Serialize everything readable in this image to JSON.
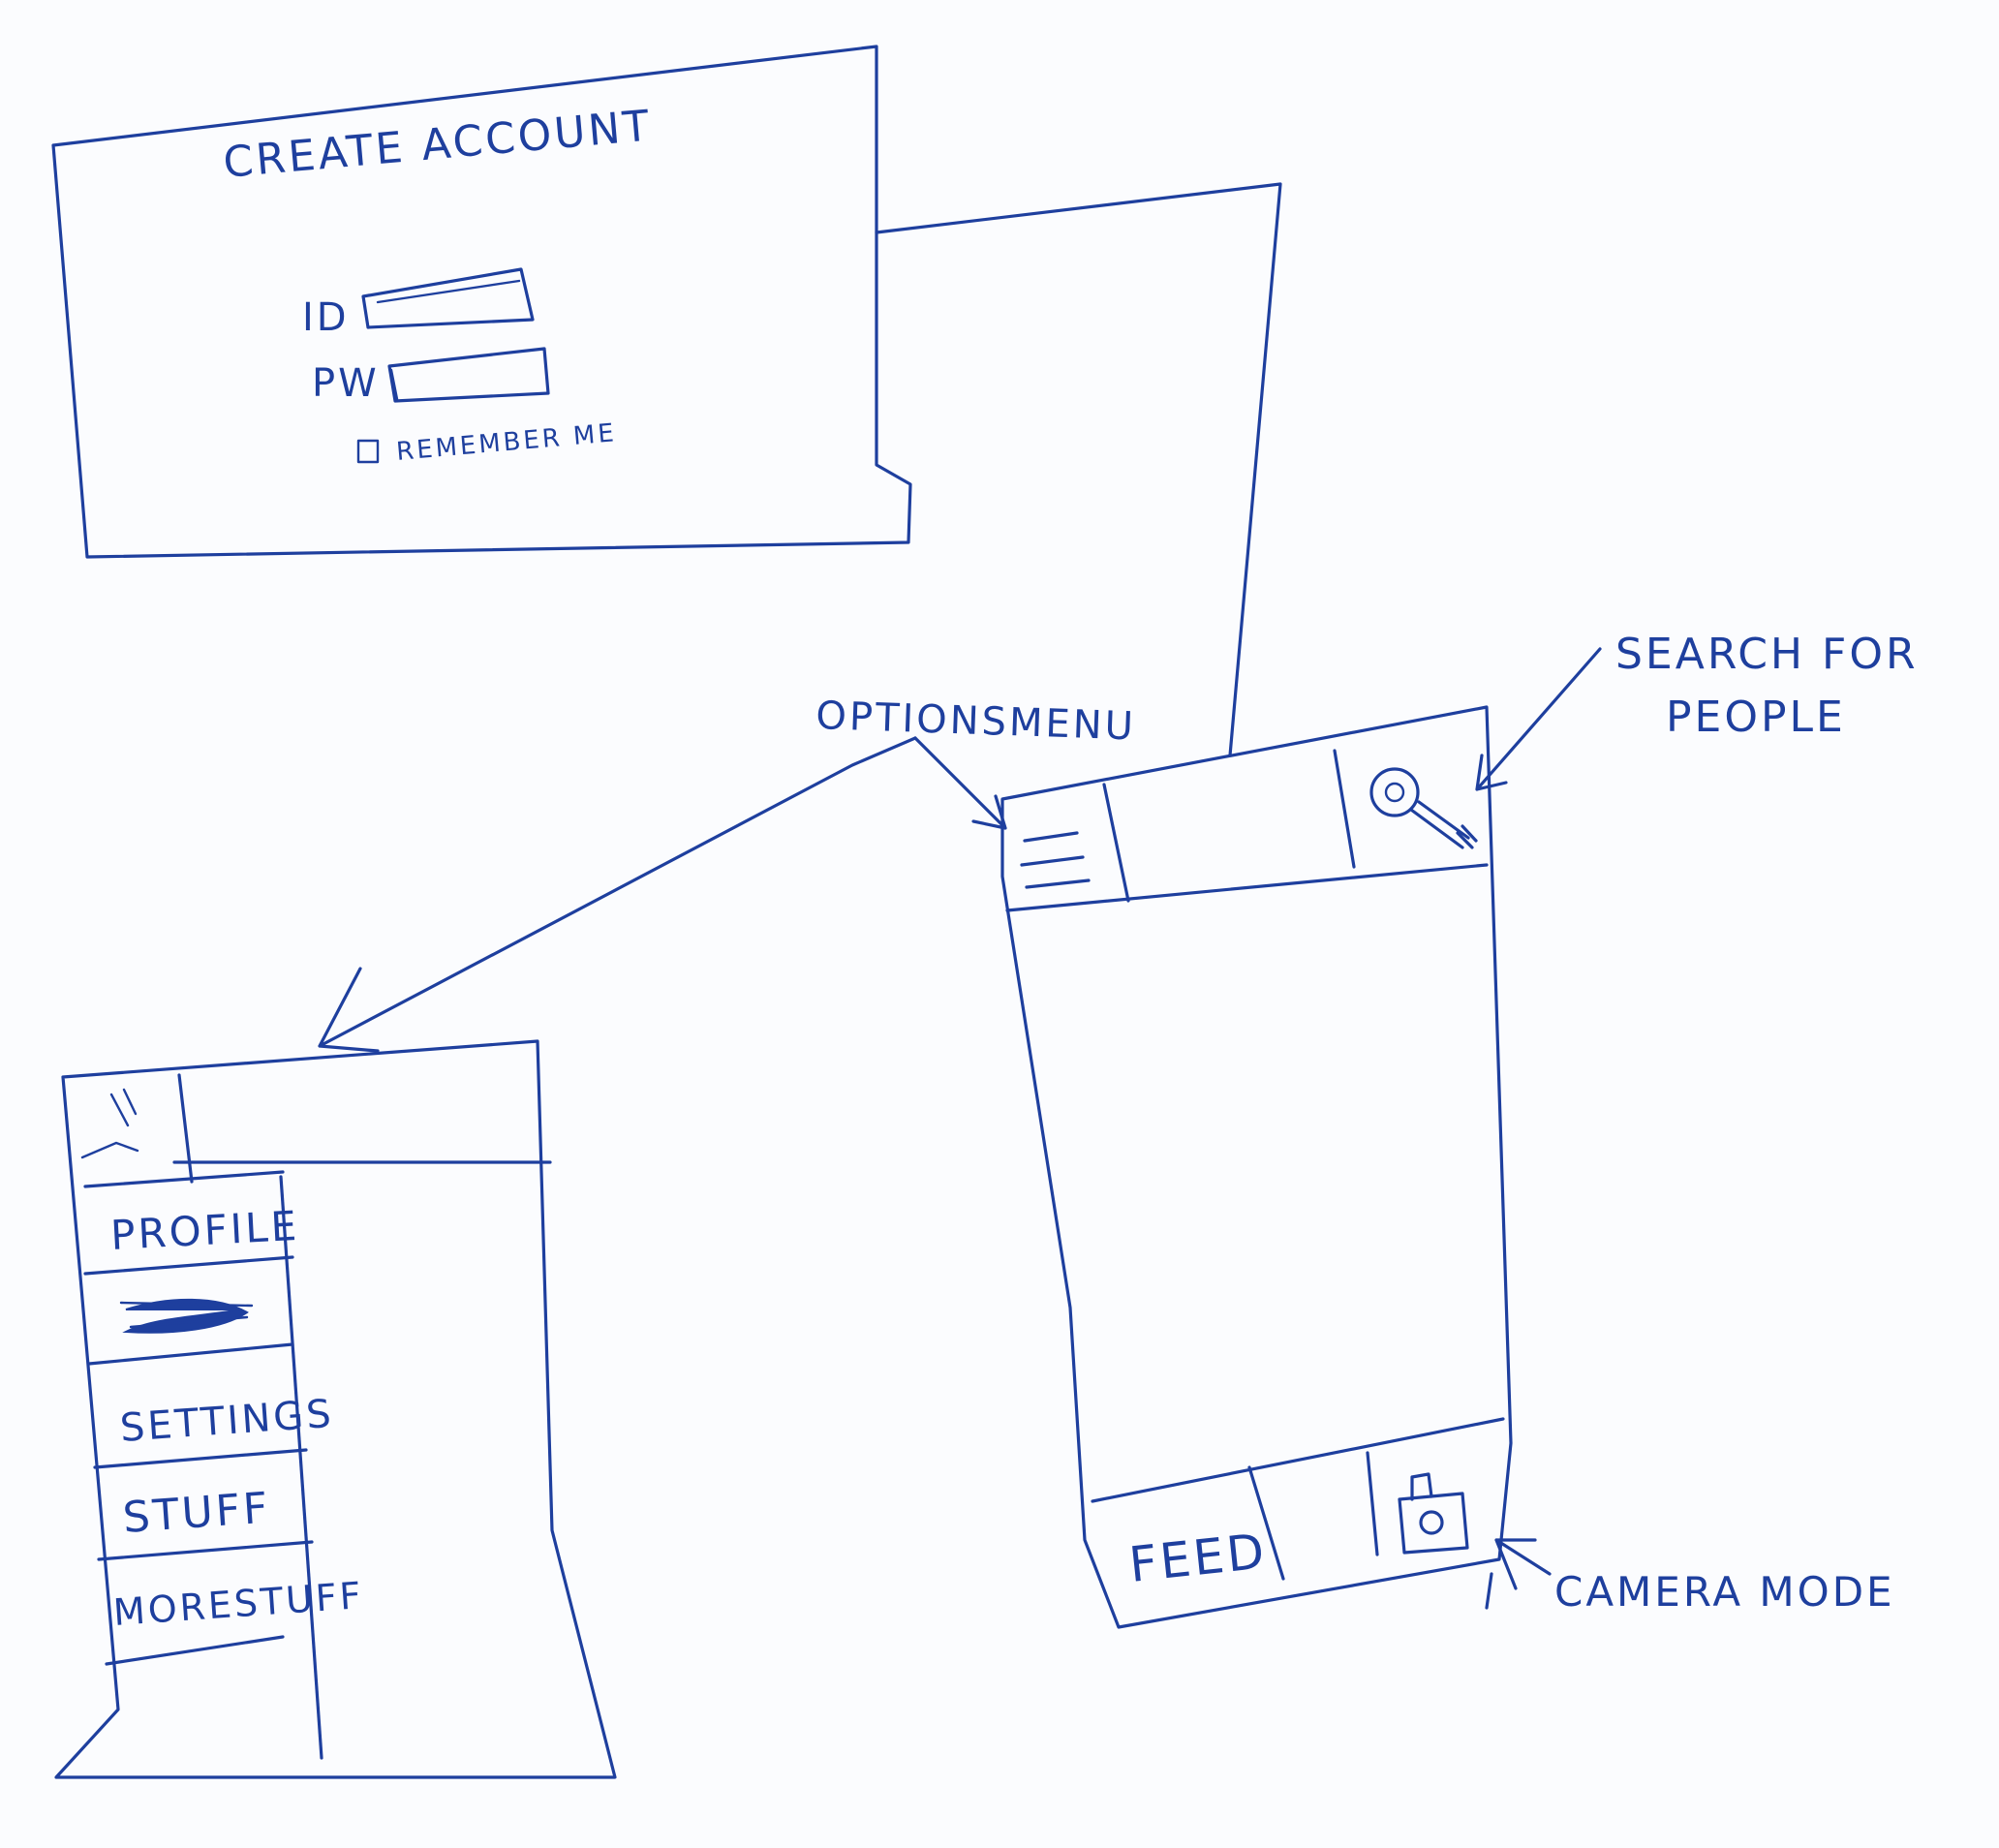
{
  "login_screen": {
    "title": "CREATE ACCOUNT",
    "id_label": "ID",
    "pw_label": "PW",
    "remember_label": "REMEMBER ME",
    "remember_checked": false
  },
  "main_screen": {
    "bottom_tab_feed": "FEED"
  },
  "annotations": {
    "options_menu": "OPTIONSMENU",
    "search_line1": "SEARCH FOR",
    "search_line2": "PEOPLE",
    "camera_mode": "CAMERA   MODE"
  },
  "menu_screen": {
    "items": [
      "PROFILE",
      "",
      "SETTINGS",
      "STUFF",
      "MORESTUFF"
    ],
    "scribbled_item_index": 1
  },
  "colors": {
    "ink": "#1e3f9e",
    "paper": "#fbfcfe"
  },
  "icons": [
    "hamburger-menu-icon",
    "search-icon",
    "camera-icon",
    "checkbox-icon",
    "back-arrow-icon"
  ]
}
